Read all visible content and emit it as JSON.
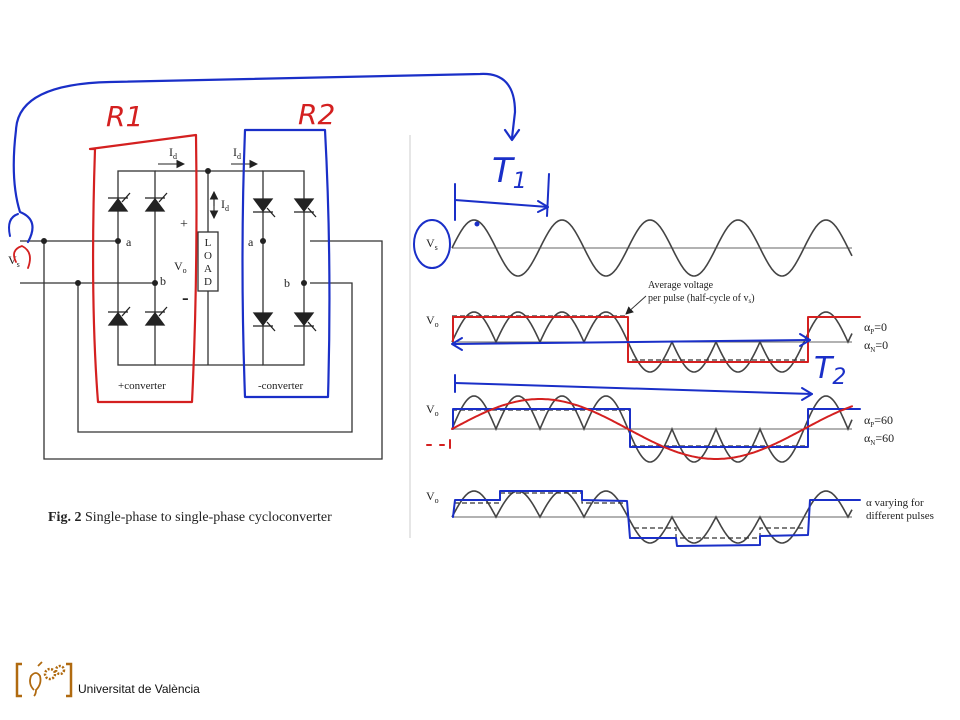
{
  "circuit": {
    "current_label": "I",
    "current_sub": "d",
    "node_a": "a",
    "node_b": "b",
    "plus_sign": "+",
    "minus_sign": "-",
    "vo_label": "V",
    "vo_sub": "o",
    "vs_label": "V",
    "vs_sub": "s",
    "load_letters": [
      "L",
      "O",
      "A",
      "D"
    ],
    "pos_converter": "+converter",
    "neg_converter": "-converter",
    "caption_bold": "Fig. 2",
    "caption_text": " Single-phase to single-phase cycloconverter"
  },
  "annotations": {
    "r1": "R1",
    "r2": "R2",
    "t1": "T",
    "t1_sub": "1",
    "t2": "T",
    "t2_sub": "2",
    "colors": {
      "red": "#d42020",
      "blue": "#1a2fc8",
      "black": "#222222"
    }
  },
  "waveforms": {
    "vs_label": "V",
    "vs_sub": "s",
    "vo_label": "V",
    "vo_sub": "o",
    "note_line1": "Average voltage",
    "note_line2": "per pulse (half-cycle of v",
    "note_sub": "s",
    "note_end": ")",
    "row1_alpha_p": "=0",
    "row1_alpha_n": "=0",
    "row2_alpha_p": "=60",
    "row2_alpha_n": "=60",
    "alpha_p_sub": "P",
    "alpha_n_sub": "N",
    "alpha_symbol": "α",
    "row3_note_line1": "α varying for",
    "row3_note_line2": "different pulses"
  },
  "footer": {
    "institution": "Universitat de València"
  }
}
